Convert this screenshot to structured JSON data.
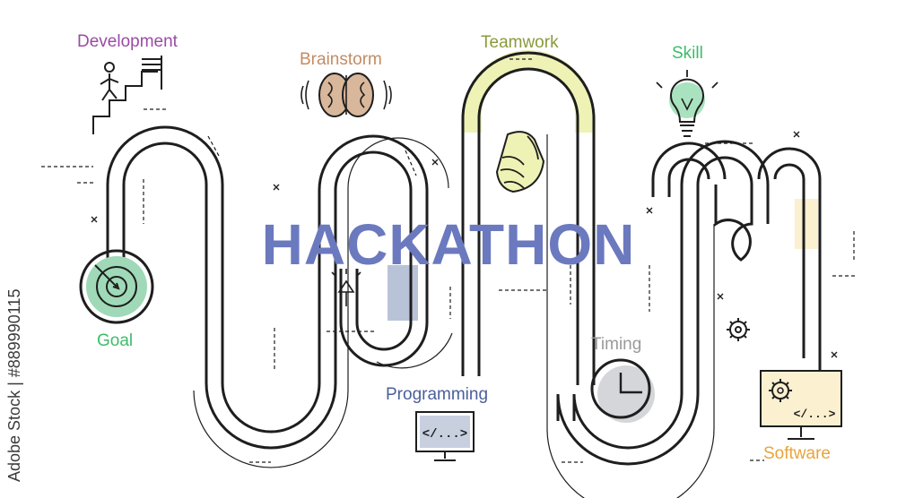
{
  "title": "HACKATHON",
  "watermark": "Adobe Stock | #889990115",
  "labels": {
    "development": "Development",
    "brainstorm": "Brainstorm",
    "teamwork": "Teamwork",
    "skill": "Skill",
    "goal": "Goal",
    "timing": "Timing",
    "programming": "Programming",
    "software": "Software"
  },
  "code_glyph": "</...>",
  "colors": {
    "title": "#6b79bf",
    "development": "#9a4aa6",
    "brainstorm": "#c48b63",
    "teamwork": "#8a9a3c",
    "skill": "#3dbd6a",
    "goal": "#3dbd6a",
    "timing": "#9a9a9a",
    "programming": "#4a5f9c",
    "software": "#e8a43a",
    "road": "#1e1e1e"
  }
}
